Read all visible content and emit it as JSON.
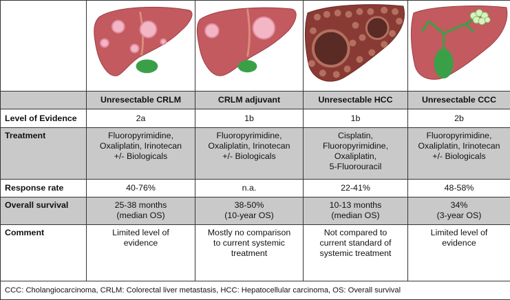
{
  "columns": [
    {
      "header": ""
    },
    {
      "header": "Unresectable CRLM"
    },
    {
      "header": "CRLM adjuvant"
    },
    {
      "header": "Unresectable HCC"
    },
    {
      "header": "Unresectable CCC"
    }
  ],
  "rows": {
    "level_of_evidence": {
      "label": "Level of Evidence",
      "cells": [
        [
          "2a"
        ],
        [
          "1b"
        ],
        [
          "1b"
        ],
        [
          "2b"
        ]
      ]
    },
    "treatment": {
      "label": "Treatment",
      "cells": [
        [
          "Fluoropyrimidine,",
          "Oxaliplatin, Irinotecan",
          "+/- Biologicals"
        ],
        [
          "Fluoropyrimidine,",
          "Oxaliplatin, Irinotecan",
          "+/- Biologicals"
        ],
        [
          "Cisplatin,",
          "Fluoropyrimidine,",
          "Oxaliplatin,",
          "5-Fluorouracil"
        ],
        [
          "Fluoropyrimidine,",
          "Oxaliplatin, Irinotecan",
          "+/- Biologicals"
        ]
      ]
    },
    "response_rate": {
      "label": "Response rate",
      "cells": [
        [
          "40-76%"
        ],
        [
          "n.a."
        ],
        [
          "22-41%"
        ],
        [
          "48-58%"
        ]
      ]
    },
    "overall_survival": {
      "label": "Overall survival",
      "cells": [
        [
          "25-38 months",
          "(median OS)"
        ],
        [
          "38-50%",
          "(10-year OS)"
        ],
        [
          "10-13 months",
          "(median OS)"
        ],
        [
          "34%",
          "(3-year OS)"
        ]
      ]
    },
    "comment": {
      "label": "Comment",
      "cells": [
        [
          "Limited level of",
          "evidence"
        ],
        [
          "Mostly no comparison",
          "to current systemic",
          "treatment"
        ],
        [
          "Not compared to",
          "current standard of",
          "systemic treatment"
        ],
        [
          "Limited level of",
          "evidence"
        ]
      ]
    }
  },
  "footnote": "CCC: Cholangiocarcinoma, CRLM: Colorectal liver metastasis, HCC: Hepatocellular carcinoma, OS: Overall survival",
  "colors": {
    "shade": "#c9c9c9",
    "liver": "#c25a5f",
    "liver_dark": "#9e3f45",
    "lesion": "#f2b6c4",
    "gallbladder": "#3aa048",
    "hcc_nodule": "#b3705f"
  },
  "illustrations": [
    {
      "icon": "liver-with-metastases-icon"
    },
    {
      "icon": "liver-with-large-metastasis-icon"
    },
    {
      "icon": "cirrhotic-liver-hcc-icon"
    },
    {
      "icon": "liver-bile-duct-tumor-icon"
    }
  ]
}
